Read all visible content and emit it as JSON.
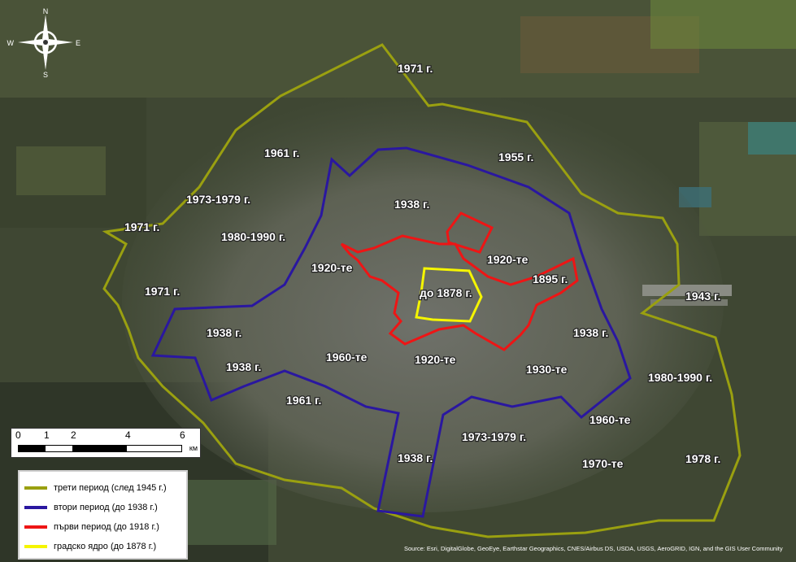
{
  "compass": {
    "n": "N",
    "s": "S",
    "e": "E",
    "w": "W"
  },
  "scale": {
    "ticks": [
      "0",
      "1",
      "2",
      "4",
      "6"
    ],
    "unit": "км"
  },
  "legend": {
    "items": [
      {
        "label": "трети период (след 1945 г.)",
        "color": "#9aa010"
      },
      {
        "label": "втори период (до 1938 г.)",
        "color": "#2a17a0"
      },
      {
        "label": "първи период (до 1918 г.)",
        "color": "#ee1515"
      },
      {
        "label": "градско ядро (до 1878 г.)",
        "color": "#f5f500"
      }
    ]
  },
  "labels": [
    "1971 г.",
    "1955 г.",
    "1961 г.",
    "1938 г.",
    "1973-1979 г.",
    "1971 г.",
    "1980-1990 г.",
    "1920-те",
    "1920-те",
    "1895 г.",
    "до 1878 г.",
    "1971 г.",
    "1943 г.",
    "1938 г.",
    "1938 г.",
    "1960-те",
    "1920-те",
    "1930-те",
    "1938 г.",
    "1980-1990 г.",
    "1961 г.",
    "1960-те",
    "1973-1979 г.",
    "1938 г.",
    "1970-те",
    "1978 г."
  ],
  "attribution": "Source: Esri, DigitalGlobe, GeoEye, Earthstar Geographics, CNES/Airbus DS, USDA, USGS, AeroGRID, IGN, and the GIS User Community"
}
